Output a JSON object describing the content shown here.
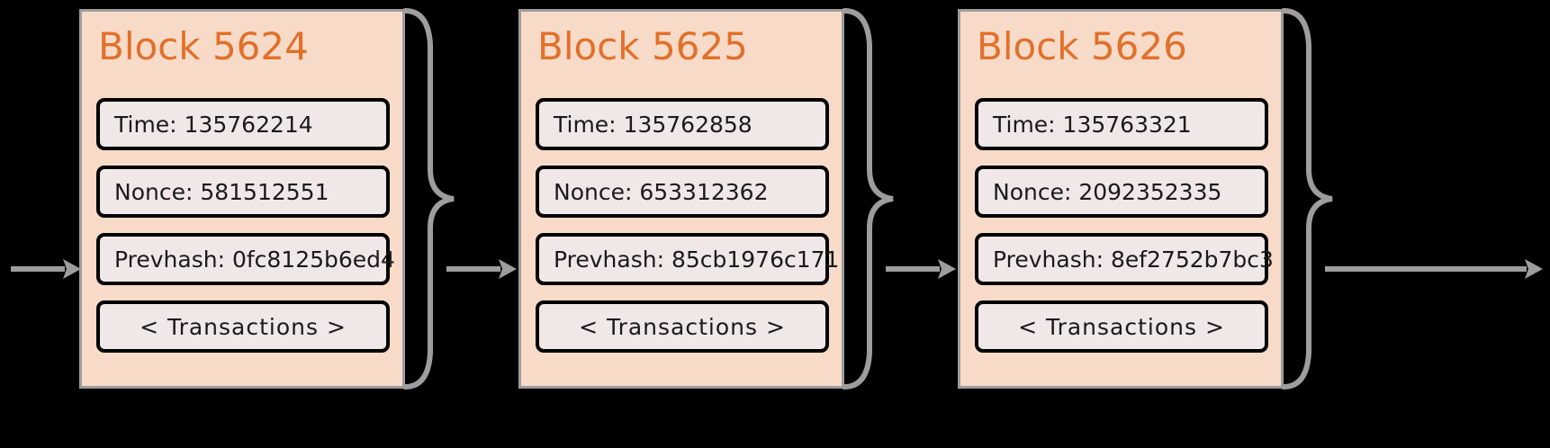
{
  "diagram": {
    "type": "blockchain-chain",
    "background_color": "#000000",
    "block_fill": "#f7dbc8",
    "block_border": "#9d9d9d",
    "title_color": "#e2702a",
    "field_fill": "#f0e8e6",
    "field_border": "#000000",
    "connector_color": "#9d9d9d",
    "blocks": [
      {
        "title": "Block 5624",
        "time": "Time: 135762214",
        "nonce": "Nonce: 581512551",
        "prevhash": "Prevhash: 0fc8125b6ed4",
        "transactions": "< Transactions >"
      },
      {
        "title": "Block 5625",
        "time": "Time: 135762858",
        "nonce": "Nonce: 653312362",
        "prevhash": "Prevhash: 85cb1976c171",
        "transactions": "< Transactions >"
      },
      {
        "title": "Block 5626",
        "time": "Time: 135763321",
        "nonce": "Nonce: 2092352335",
        "prevhash": "Prevhash: 8ef2752b7bc3",
        "transactions": "< Transactions >"
      }
    ],
    "connectors": [
      {
        "name": "incoming-arrow",
        "icon": "arrow-right-icon"
      },
      {
        "name": "chain-link-1",
        "icon": "brace-arrow-right-icon"
      },
      {
        "name": "chain-link-2",
        "icon": "brace-arrow-right-icon"
      },
      {
        "name": "outgoing-arrow",
        "icon": "brace-arrow-right-icon"
      }
    ]
  }
}
